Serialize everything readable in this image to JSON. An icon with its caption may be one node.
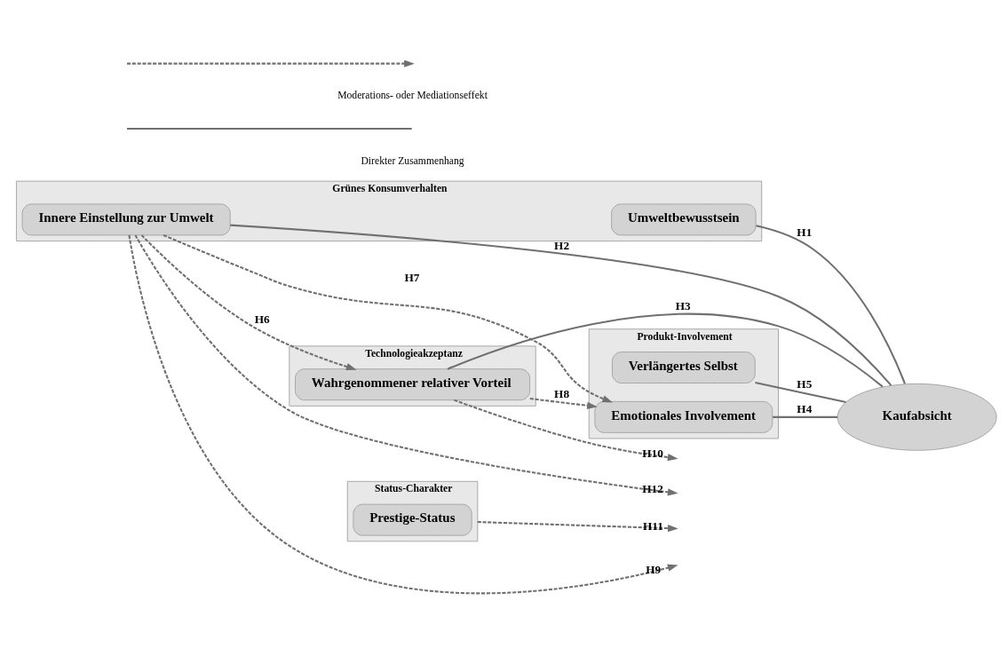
{
  "diagram": {
    "nodes": [
      {
        "text": [
          "Grünes Konsumverhalten"
        ]
      },
      {
        "text": [
          "Umweltbewusstsein"
        ],
        "in": 0
      },
      {
        "text": [
          "Innere Einstellung zur Umwelt"
        ],
        "in": 0
      },
      {
        "text": [
          "Technologieakzeptanz"
        ]
      },
      {
        "text": [
          "Wahrgenommener relativer Vorteil"
        ],
        "in": 3
      },
      {
        "text": [
          "Produkt-Involvement"
        ]
      },
      {
        "text": [
          "Emotionales Involvement"
        ],
        "in": 5
      },
      {
        "text": [
          "Verlängertes Selbst"
        ],
        "in": 5
      },
      {
        "text": [
          "Kaufabsicht"
        ]
      },
      {
        "text": [
          "Status-Charakter"
        ]
      },
      {
        "text": [
          "Prestige-Status"
        ],
        "in": 9
      }
    ],
    "edges": [
      {
        "from": 1,
        "to": 8,
        "arrow": "none",
        "label": "H1"
      },
      {
        "from": 2,
        "to": 8,
        "arrow": "none",
        "label": "H2"
      },
      {
        "from": 4,
        "to": 8,
        "arrow": "none",
        "label": "H3"
      },
      {
        "from": 6,
        "to": 8,
        "arrow": "none",
        "label": "H4"
      },
      {
        "from": 7,
        "to": 8,
        "arrow": "none",
        "label": "H5"
      },
      {
        "from": 2,
        "to": 4,
        "arrow": "to",
        "label": "H6",
        "style": "dashed"
      },
      {
        "from": 2,
        "to": 6,
        "arrow": "to",
        "label": "H7",
        "style": "dashed"
      },
      {
        "from": 4,
        "to": 6,
        "arrow": "to",
        "label": "H8",
        "style": "dashed"
      },
      {
        "from": 2,
        "to": null,
        "arrow": "to",
        "label": "H9",
        "style": "dashed"
      },
      {
        "from": 4,
        "to": null,
        "arrow": "to",
        "label": "H10",
        "style": "dashed"
      },
      {
        "from": 9,
        "to": null,
        "arrow": "to",
        "label": "H11",
        "style": "dashed"
      },
      {
        "from": 2,
        "to": null,
        "arrow": "to",
        "label": "H12",
        "style": "dashed"
      }
    ],
    "legend": [
      {
        "text": "Moderations- oder Mediationseffekt"
      },
      {
        "text": "Direkter Zusammenhang"
      }
    ]
  }
}
